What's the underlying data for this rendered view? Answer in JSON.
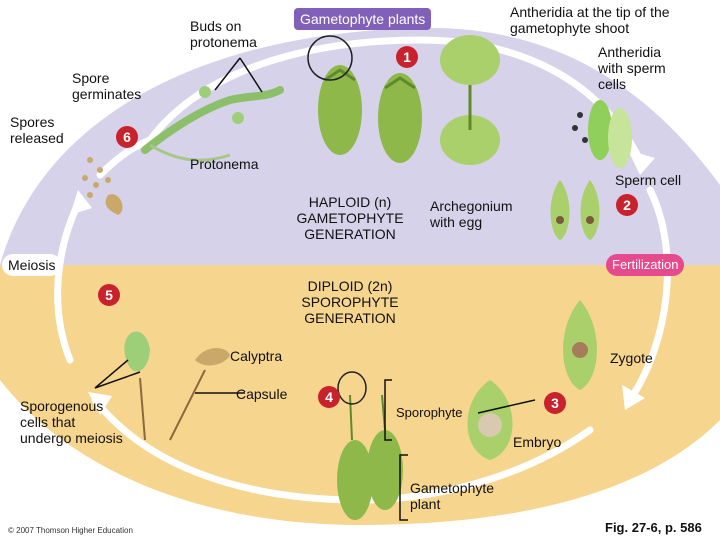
{
  "title": "Gametophyte plants",
  "labels": {
    "buds_on_protonema": "Buds on protonema",
    "antheridia_tip": "Antheridia at the tip of the gametophyte shoot",
    "antheridia_sperm": "Antheridia with sperm cells",
    "spore_germinates": "Spore germinates",
    "spores_released": "Spores released",
    "protonema": "Protonema",
    "sperm_cell": "Sperm cell",
    "haploid": "HAPLOID (n) GAMETOPHYTE GENERATION",
    "archegonium": "Archegonium with egg",
    "meiosis": "Meiosis",
    "fertilization": "Fertilization",
    "diploid": "DIPLOID (2n) SPOROPHYTE GENERATION",
    "calyptra": "Calyptra",
    "zygote": "Zygote",
    "sporogenous": "Sporogenous cells that undergo meiosis",
    "capsule": "Capsule",
    "sporophyte": "Sporophyte",
    "embryo": "Embryo",
    "gametophyte_plant": "Gametophyte plant",
    "copyright": "© 2007 Thomson Higher Education",
    "fig": "Fig. 27-6, p. 586"
  },
  "steps": [
    "1",
    "2",
    "3",
    "4",
    "5",
    "6"
  ],
  "colors": {
    "haploid_bg": "#d6d2ea",
    "diploid_bg": "#f6d58f",
    "arrow": "#ffffff",
    "step_badge": "#c8232c",
    "title_box": "#8060b8",
    "fert_box": "#e54a8c",
    "meiosis_box": "#ffffff",
    "plant_green": "#7da83a"
  }
}
